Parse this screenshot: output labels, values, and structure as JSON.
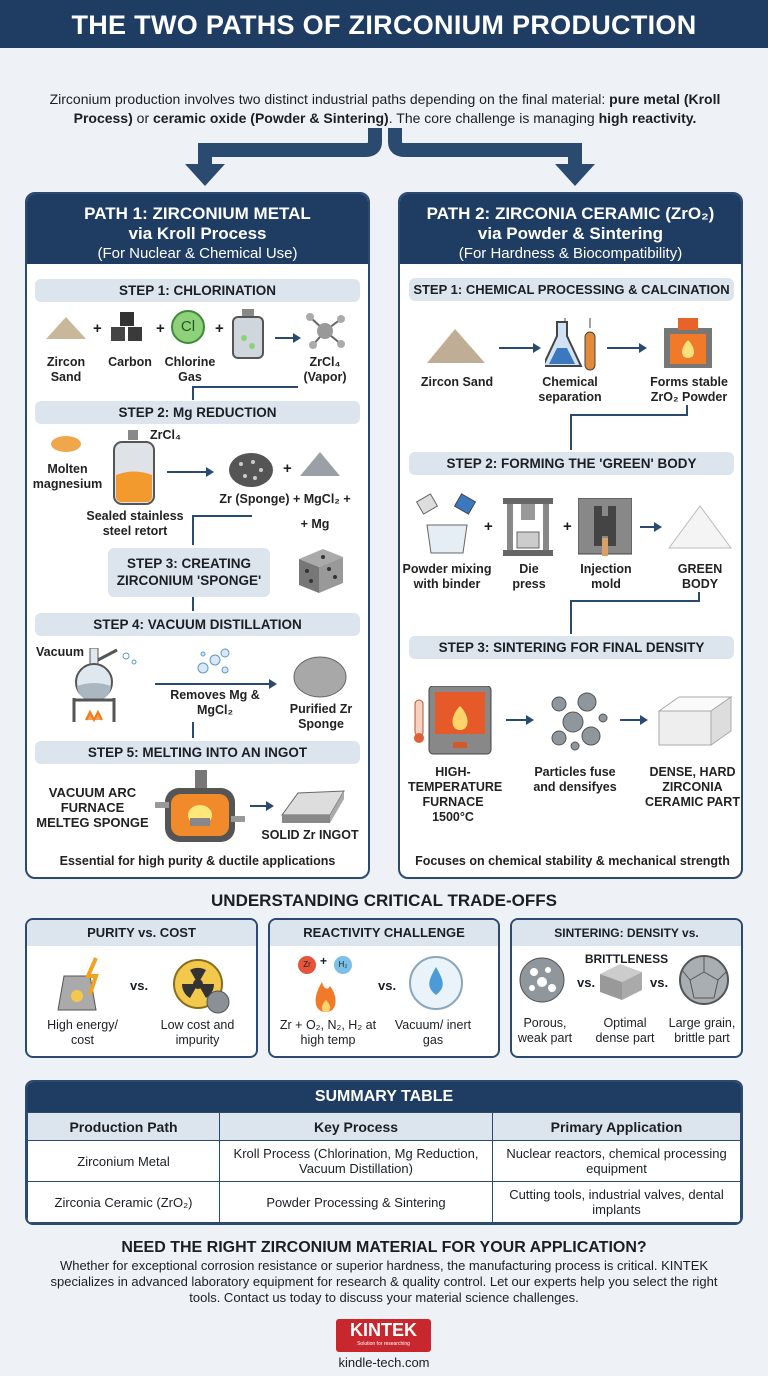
{
  "title": "THE TWO PATHS OF ZIRCONIUM PRODUCTION",
  "intro": {
    "p1": "Zirconium production involves two distinct industrial paths depending on the final material: ",
    "b1": "pure metal (Kroll Process)",
    "p2": " or ",
    "b2": "ceramic oxide (Powder & Sintering)",
    "p3": ". The core challenge is managing ",
    "b3": "high reactivity."
  },
  "path1": {
    "title": "PATH 1: ZIRCONIUM METAL",
    "subtitle": "via Kroll Process",
    "note": "(For Nuclear & Chemical Use)",
    "step1": {
      "label": "STEP 1: CHLORINATION",
      "items": [
        "Zircon Sand",
        "Carbon",
        "Chlorine Gas",
        "ZrCl₄ (Vapor)"
      ],
      "cl": "Cl"
    },
    "step2": {
      "label": "STEP 2: Mg REDUCTION",
      "molten": "Molten magnesium",
      "zrcl4": "ZrCl₄",
      "retort": "Sealed stainless steel retort",
      "products": "Zr (Sponge) + MgCl₂ +",
      "mg": "+ Mg"
    },
    "step3": {
      "label": "STEP 3: CREATING ZIRCONIUM 'SPONGE'"
    },
    "step4": {
      "label": "STEP 4: VACUUM DISTILLATION",
      "vacuum": "Vacuum",
      "removes": "Removes Mg & MgCl₂",
      "purified": "Purified Zr Sponge"
    },
    "step5": {
      "label": "STEP 5: MELTING INTO AN INGOT",
      "furnace": "VACUUM ARC FURNACE MELTEG SPONGE",
      "ingot": "SOLID Zr INGOT"
    },
    "footer": "Essential for high purity & ductile applications"
  },
  "path2": {
    "title": "PATH 2: ZIRCONIA CERAMIC (ZrO₂)",
    "subtitle": "via Powder & Sintering",
    "note": "(For Hardness & Biocompatibility)",
    "step1": {
      "label": "STEP 1: CHEMICAL PROCESSING & CALCINATION",
      "items": [
        "Zircon Sand",
        "Chemical separation",
        "Forms stable ZrO₂ Powder"
      ]
    },
    "step2": {
      "label": "STEP 2: FORMING THE 'GREEN' BODY",
      "items": [
        "Powder mixing with binder",
        "Die press",
        "Injection mold",
        "GREEN BODY"
      ]
    },
    "step3": {
      "label": "STEP 3: SINTERING FOR FINAL DENSITY",
      "items": [
        "HIGH-TEMPERATURE FURNACE 1500°C",
        "Particles fuse and densifyes",
        "DENSE, HARD ZIRCONIA CERAMIC PART"
      ]
    },
    "footer": "Focuses on chemical stability & mechanical strength"
  },
  "tradeoffs": {
    "title": "UNDERSTANDING CRITICAL TRADE-OFFS",
    "vs": "vs.",
    "boxes": [
      {
        "title": "PURITY vs. COST",
        "items": [
          "High energy/ cost",
          "Low cost and impurity"
        ]
      },
      {
        "title": "REACTIVITY CHALLENGE",
        "items": [
          "Zr + O₂, N₂, H₂ at high temp",
          "Vacuum/ inert gas"
        ],
        "zr": "Zr",
        "h": "H₂"
      },
      {
        "title": "SINTERING: DENSITY vs. BRITTLENESS",
        "items": [
          "Porous, weak part",
          "Optimal dense part",
          "Large grain, brittle part"
        ]
      }
    ]
  },
  "summary": {
    "title": "SUMMARY TABLE",
    "headers": [
      "Production Path",
      "Key Process",
      "Primary Application"
    ],
    "rows": [
      [
        "Zirconium Metal",
        "Kroll Process (Chlorination, Mg Reduction, Vacuum Distillation)",
        "Nuclear reactors, chemical processing equipment"
      ],
      [
        "Zirconia Ceramic (ZrO₂)",
        "Powder Processing & Sintering",
        "Cutting tools, industrial valves, dental implants"
      ]
    ]
  },
  "cta": {
    "title": "NEED THE RIGHT ZIRCONIUM MATERIAL FOR YOUR APPLICATION?",
    "text": "Whether for exceptional corrosion resistance or superior hardness, the manufacturing process is critical. KINTEK specializes in advanced laboratory equipment for research & quality control. Let our experts help you select the right tools. Contact us today to discuss your material science challenges."
  },
  "logo": {
    "name": "KINTEK",
    "tagline": "Solution for researching",
    "url": "kindle-tech.com"
  },
  "colors": {
    "navy": "#1f3d63",
    "step_bg": "#dce5ee",
    "logo_red": "#c8282d"
  }
}
